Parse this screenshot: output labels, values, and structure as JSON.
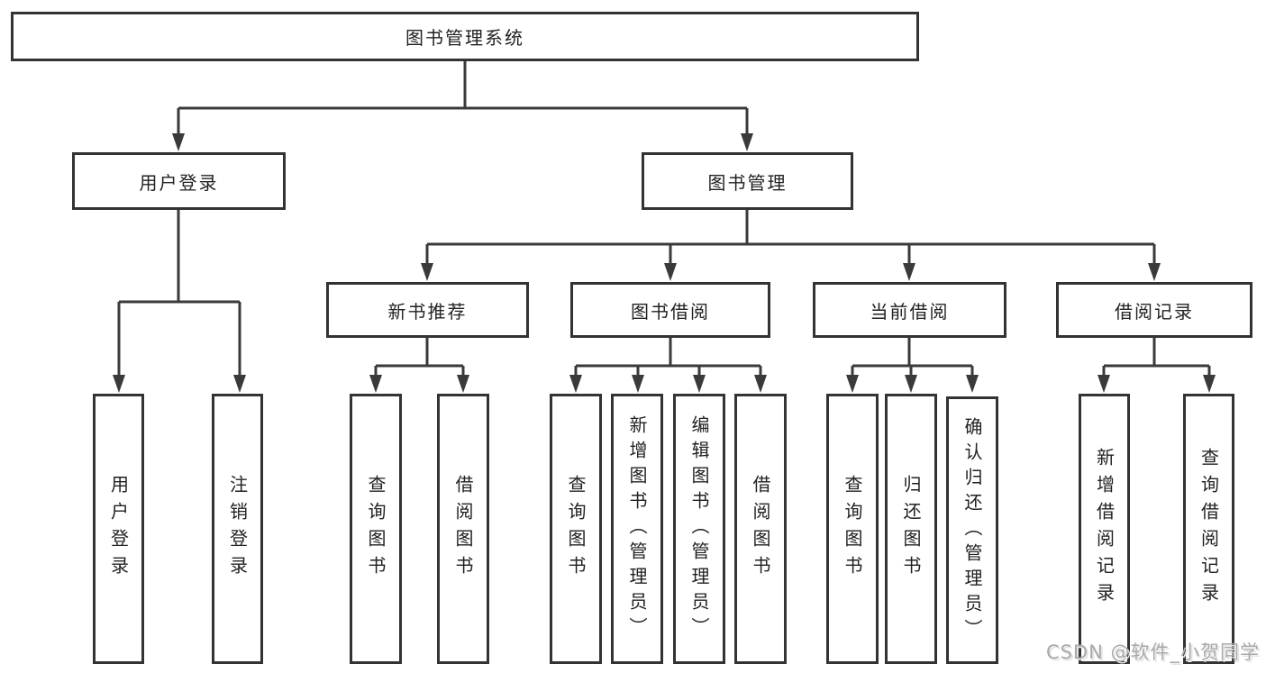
{
  "diagram": {
    "title": "图书管理系统",
    "colors": {
      "line": "#3a3a3a",
      "box_border": "#333333",
      "text": "#222222",
      "background": "#ffffff",
      "watermark": "#a9a9a9"
    },
    "tree": {
      "root": {
        "label": "图书管理系统"
      },
      "level2": [
        {
          "label": "用户登录"
        },
        {
          "label": "图书管理"
        }
      ],
      "level3": [
        {
          "label": "新书推荐"
        },
        {
          "label": "图书借阅"
        },
        {
          "label": "当前借阅"
        },
        {
          "label": "借阅记录"
        }
      ],
      "leaves": {
        "user_login": [
          "用户登录",
          "注销登录"
        ],
        "new_book_recommend": [
          "查询图书",
          "借阅图书"
        ],
        "book_borrowing": [
          "查询图书",
          "新增图书（管理员）",
          "编辑图书（管理员）",
          "借阅图书"
        ],
        "current_borrowing": [
          "查询图书",
          "归还图书",
          "确认归还（管理员）"
        ],
        "borrowing_records": [
          "新增借阅记录",
          "查询借阅记录"
        ]
      }
    },
    "watermark": {
      "text": "CSDN @软件_小贺同学"
    }
  }
}
